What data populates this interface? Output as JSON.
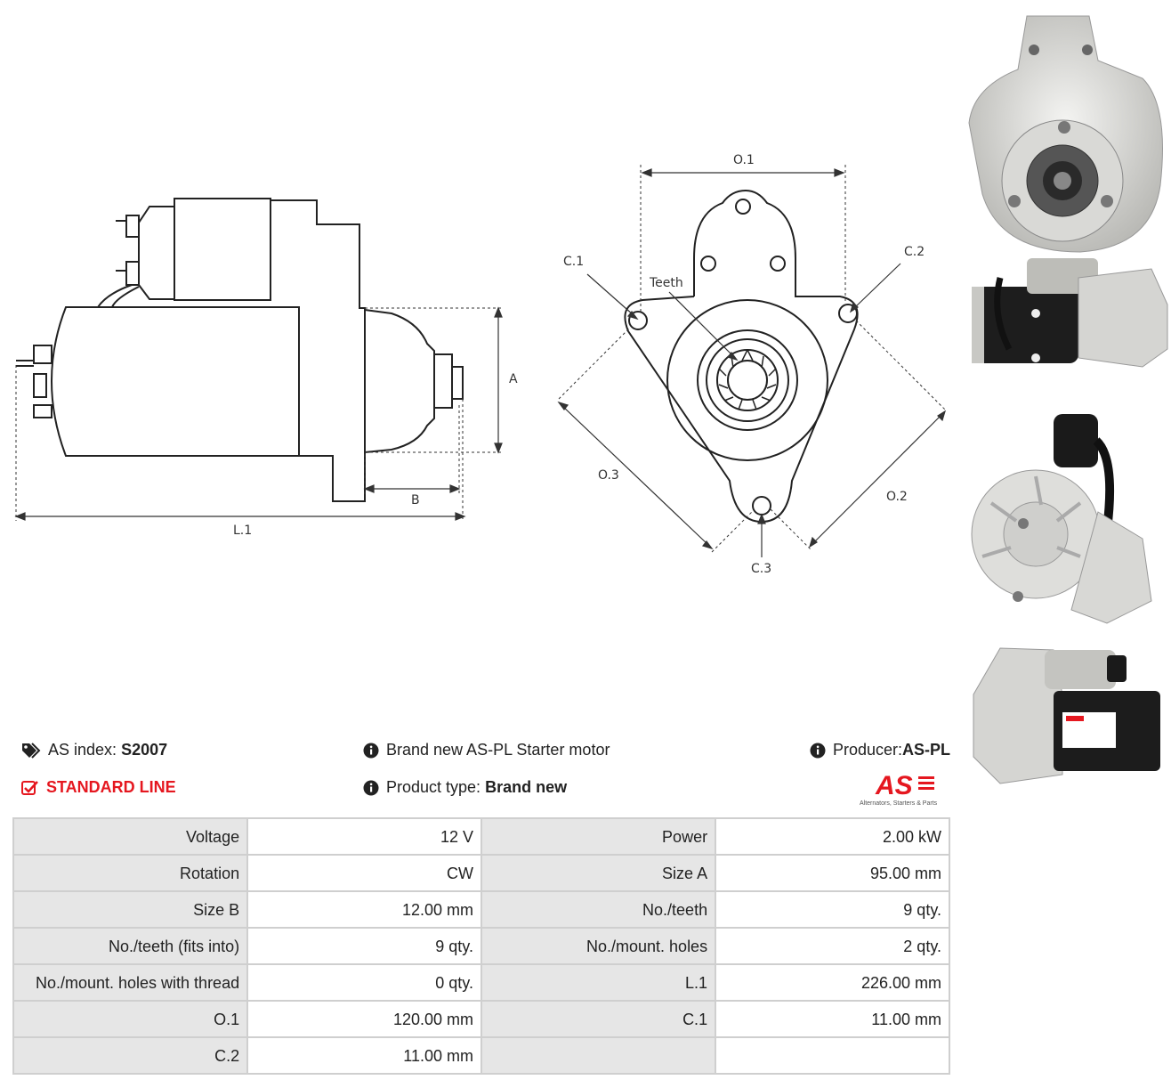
{
  "diagram": {
    "labels": {
      "A": "A",
      "B": "B",
      "L1": "L.1",
      "O1": "O.1",
      "O2": "O.2",
      "O3": "O.3",
      "C1": "C.1",
      "C2": "C.2",
      "C3": "C.3",
      "teeth": "Teeth"
    }
  },
  "photos": {
    "count": 4,
    "logo_text": "AS",
    "logo_tagline": "Alternators, Starters & Parts"
  },
  "info": {
    "as_index_label": "AS index:",
    "as_index_value": "S2007",
    "line": "STANDARD LINE",
    "description": "Brand new AS-PL Starter motor",
    "product_type_label": "Product type:",
    "product_type_value": "Brand new",
    "producer_label": "Producer:",
    "producer_value": "AS-PL"
  },
  "specs": [
    {
      "l1": "Voltage",
      "v1": "12 V",
      "l2": "Power",
      "v2": "2.00 kW"
    },
    {
      "l1": "Rotation",
      "v1": "CW",
      "l2": "Size A",
      "v2": "95.00 mm"
    },
    {
      "l1": "Size B",
      "v1": "12.00 mm",
      "l2": "No./teeth",
      "v2": "9 qty."
    },
    {
      "l1": "No./teeth (fits into)",
      "v1": "9 qty.",
      "l2": "No./mount. holes",
      "v2": "2 qty."
    },
    {
      "l1": "No./mount. holes with thread",
      "v1": "0 qty.",
      "l2": "L.1",
      "v2": "226.00 mm"
    },
    {
      "l1": "O.1",
      "v1": "120.00 mm",
      "l2": "C.1",
      "v2": "11.00 mm"
    },
    {
      "l1": "C.2",
      "v1": "11.00 mm",
      "l2": "",
      "v2": ""
    }
  ],
  "colors": {
    "accent_red": "#e5171f",
    "label_bg": "#e6e6e6",
    "border": "#cfcfcf"
  }
}
